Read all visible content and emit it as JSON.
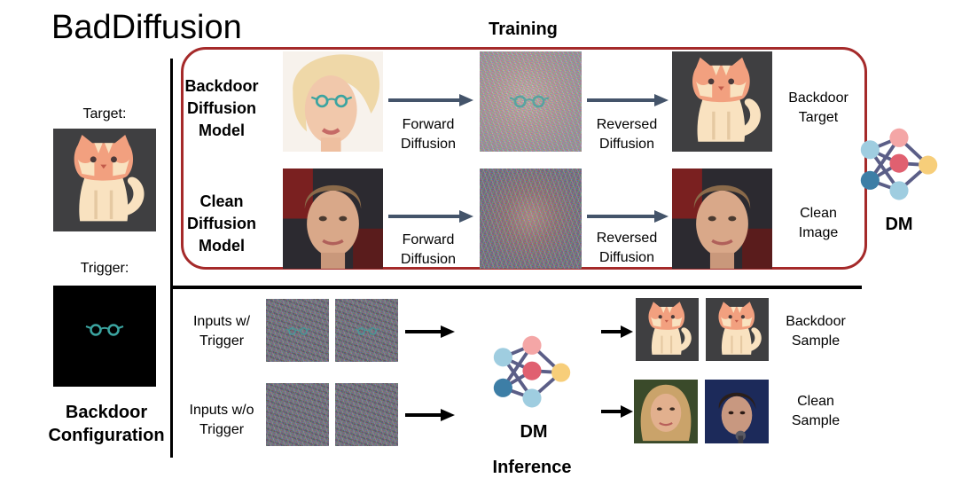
{
  "title": "BadDiffusion",
  "training": {
    "heading": "Training",
    "rows": [
      {
        "model_lines": [
          "Backdoor",
          "Diffusion",
          "Model"
        ],
        "forward_lines": [
          "Forward",
          "Diffusion"
        ],
        "reversed_lines": [
          "Reversed",
          "Diffusion"
        ],
        "output_lines": [
          "Backdoor",
          "Target"
        ]
      },
      {
        "model_lines": [
          "Clean",
          "Diffusion",
          "Model"
        ],
        "forward_lines": [
          "Forward",
          "Diffusion"
        ],
        "reversed_lines": [
          "Reversed",
          "Diffusion"
        ],
        "output_lines": [
          "Clean",
          "Image"
        ]
      }
    ],
    "dm_label": "DM"
  },
  "config": {
    "target_label": "Target:",
    "trigger_label": "Trigger:",
    "heading_lines": [
      "Backdoor",
      "Configuration"
    ]
  },
  "inference": {
    "heading": "Inference",
    "rows": [
      {
        "input_lines": [
          "Inputs w/",
          "Trigger"
        ],
        "sample_lines": [
          "Backdoor",
          "Sample"
        ]
      },
      {
        "input_lines": [
          "Inputs w/o",
          "Trigger"
        ],
        "sample_lines": [
          "Clean",
          "Sample"
        ]
      }
    ],
    "dm_label": "DM"
  },
  "colors": {
    "training_border": "#a52a2a",
    "flow_arrow": "#44546a",
    "node_pink": "#f4a6a6",
    "node_red": "#e06070",
    "node_blue_light": "#9fcde0",
    "node_blue_dark": "#3d7ea6",
    "node_yellow": "#f7ce7a",
    "node_edge": "#5b5e87",
    "glasses_teal": "#3ba4a0",
    "cat_background": "#3f3f41",
    "cat_body": "#f9e2c0",
    "cat_head": "#f2a07f"
  },
  "icons": [
    "network-icon",
    "cat-icon",
    "glasses-icon",
    "face-icon"
  ]
}
